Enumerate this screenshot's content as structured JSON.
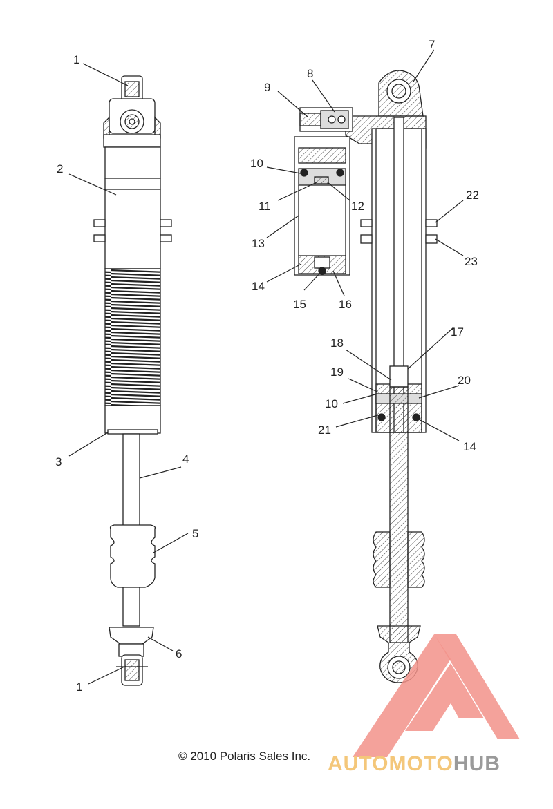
{
  "diagram": {
    "callouts": [
      "1",
      "2",
      "3",
      "4",
      "5",
      "6",
      "1",
      "7",
      "8",
      "9",
      "10",
      "11",
      "12",
      "13",
      "14",
      "15",
      "16",
      "17",
      "18",
      "19",
      "10",
      "20",
      "21",
      "14",
      "22",
      "23"
    ]
  },
  "footer": {
    "copyright": "© 2010 Polaris Sales Inc."
  },
  "watermark": {
    "brand_part1": "AUTO",
    "brand_part2": "MOTO",
    "brand_part3": "HUB",
    "colors": {
      "logo": "#f2928a",
      "accent": "#f4c77a",
      "gray": "#9a9a9a"
    }
  }
}
